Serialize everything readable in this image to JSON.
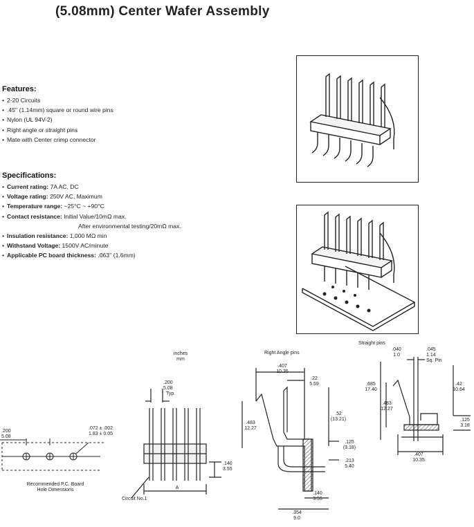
{
  "title": "(5.08mm) Center Wafer Assembly",
  "features": {
    "heading": "Features:",
    "items": [
      "2-20 Circuits",
      ".45'' (1.14mm) square or round wire pins",
      "Nylon (UL 94V-2)",
      "Right angle or straight pins",
      "Mate with Center crimp connector"
    ]
  },
  "specifications": {
    "heading": "Specifications:",
    "items": [
      {
        "label": "Current rating:",
        "value": "7A AC, DC"
      },
      {
        "label": "Voltage rating:",
        "value": "250V AC, Maximum"
      },
      {
        "label": "Temperature range:",
        "value": "−25°C ~ +90°C"
      },
      {
        "label": "Contact resistance:",
        "value": "Initial Value/10mΩ max."
      },
      {
        "label": "",
        "value": "After environmental testing/20mΩ max."
      },
      {
        "label": "Insulation resistance:",
        "value": "1,000 MΩ min"
      },
      {
        "label": "Withstand Voltage:",
        "value": "1500V AC/minute"
      },
      {
        "label": "Applicable PC board thickness:",
        "value": ".063'' (1.6mm)"
      }
    ]
  },
  "pcb_layout": {
    "pitch_in": ".200",
    "pitch_mm": "5.08",
    "hole_in": ".072 ± .002",
    "hole_mm": "1.83 ± 0.05",
    "caption_1": "Recommended P.C. Board",
    "caption_2": "Hole Dimensions"
  },
  "front_view": {
    "units_1": "inches",
    "units_2": "mm",
    "pitch_in": ".200",
    "pitch_mm": "5.08",
    "pitch_note": "Typ.",
    "height_in": ".140",
    "height_mm": "3.55",
    "width_label": "A",
    "circuit_label": "Circuit No.1"
  },
  "right_angle": {
    "heading": "Right Angle pins",
    "d1_in": ".407",
    "d1_mm": "10.35",
    "d2_in": ".22",
    "d2_mm": "5.59",
    "d3_in": ".52",
    "d3_mm": "(13.21)",
    "d4_in": ".483",
    "d4_mm": "12.27",
    "d5_in": ".125",
    "d5_mm": "(3.18)",
    "d6_in": ".213",
    "d6_mm": "5.40",
    "d7_in": ".140",
    "d7_mm": "3.55",
    "d8_in": ".354",
    "d8_mm": "9.0"
  },
  "straight": {
    "heading": "Straight pins",
    "d1_in": ".040",
    "d1_mm": "1.0",
    "d2_in": ".045",
    "d2_mm": "1.14",
    "d2_note": "Sq. Pin",
    "d3_in": ".685",
    "d3_mm": "17.40",
    "d4_in": ".483",
    "d4_mm": "12.27",
    "d5_in": ".42",
    "d5_mm": "10.64",
    "d6_in": ".125",
    "d6_mm": "3.18",
    "d7_in": ".407",
    "d7_mm": "10.35"
  }
}
